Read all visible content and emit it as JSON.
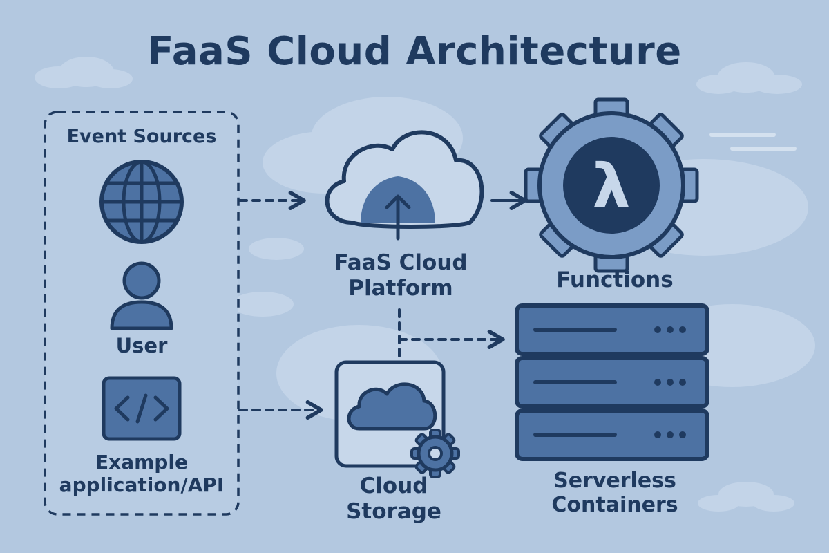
{
  "title": "FaaS Cloud Architecture",
  "colors": {
    "background": "#b3c8e0",
    "dark_navy": "#1f3a5f",
    "mid_blue": "#4d72a3",
    "light_fill": "#c7d7ea",
    "cloud_white": "#d7e3f0"
  },
  "event_sources": {
    "heading": "Event Sources",
    "user_label": "User",
    "app_label_line1": "Example",
    "app_label_line2": "application/API",
    "icons": [
      "globe-icon",
      "user-icon",
      "code-icon"
    ]
  },
  "platform": {
    "label_line1": "FaaS Cloud",
    "label_line2": "Platform",
    "icon": "cloud-upload-icon"
  },
  "functions": {
    "label": "Functions",
    "symbol": "λ",
    "icon": "gear-lambda-icon"
  },
  "storage": {
    "label_line1": "Cloud",
    "label_line2": "Storage",
    "icon": "cloud-storage-gear-icon"
  },
  "containers": {
    "label_line1": "Serverless",
    "label_line2": "Containers",
    "icon": "server-stack-icon"
  }
}
